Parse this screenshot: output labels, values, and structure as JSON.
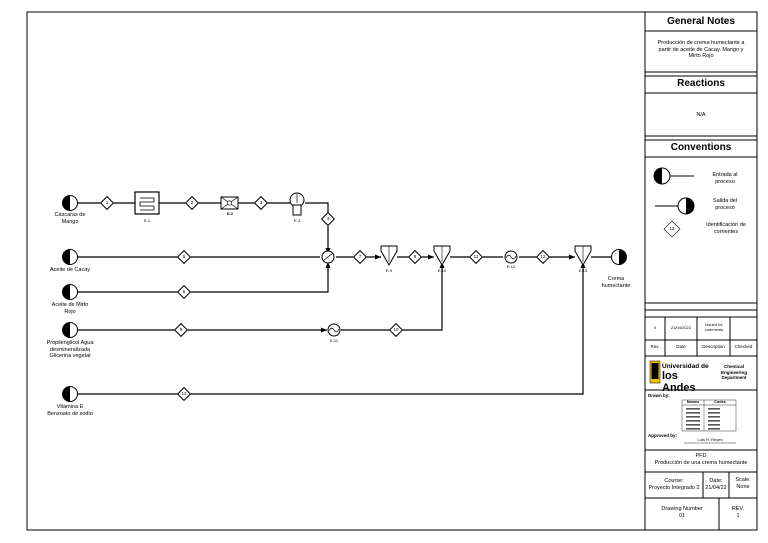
{
  "title_block": {
    "general_notes_title": "General Notes",
    "general_notes_text": "Producción de crema humectante a partir de aceite de Cacay, Mango y Mirto Rojo",
    "reactions_title": "Reactions",
    "reactions_text": "N/A",
    "conventions_title": "Conventions",
    "conv_entrada": "Entrada al proceso",
    "conv_salida": "Salida del proceso",
    "conv_id_number": "12",
    "conv_id": "Identificación de corrientes",
    "rev_row": {
      "rev": "0",
      "date": "21/04/2022",
      "description": "Issued for comments"
    },
    "rev_header": {
      "rev": "Rev.",
      "date": "Date",
      "description": "Description",
      "checked": "Checked"
    },
    "university_line1": "Universidad de",
    "university_line2": "los Andes",
    "department": "Chemical Engineering Department",
    "drawn_by": "Drawn by:",
    "names_header": "Names",
    "codes_header": "Codes",
    "approved_by": "Approved by:",
    "approver": "Luis H. Reyes",
    "pfd_label": "PFD",
    "pfd_title": "Producción de una crema humectante",
    "course_label": "Course:",
    "course_value": "Proyecto Integrado 2",
    "date_label": "Date:",
    "date_value": "21/04/22",
    "scale_label": "Scale:",
    "scale_value": "None",
    "drawing_number_label": "Drawing Number",
    "drawing_number_value": "01",
    "rev_label": "REV.",
    "rev_value": "1"
  },
  "diagram": {
    "inputs": {
      "cascaras": "Cáscaras de Mango",
      "cacay": "Aceite de Cacay",
      "mirto": "Aceite de Mirto Rojo",
      "mezcla": "Propilenglicol Agua desmineralizada Glicerina vegetal",
      "vitamina": "Vitamina E Benzoato de sodio"
    },
    "output": "Crema humectante",
    "equipment": {
      "e1": "E-1",
      "e2": "E-2",
      "e3": "E-3",
      "e9": "E-9",
      "e10": "E-10",
      "e11": "E-11",
      "e12": "E-12",
      "e13": "E-13"
    },
    "streams": {
      "s1": "1",
      "s2": "2",
      "s3": "3",
      "s4": "4",
      "s5": "5",
      "s6": "6",
      "s7": "7",
      "s8": "8",
      "s9": "9",
      "s10": "10",
      "s11": "11",
      "s12": "12",
      "s13": "13"
    }
  }
}
